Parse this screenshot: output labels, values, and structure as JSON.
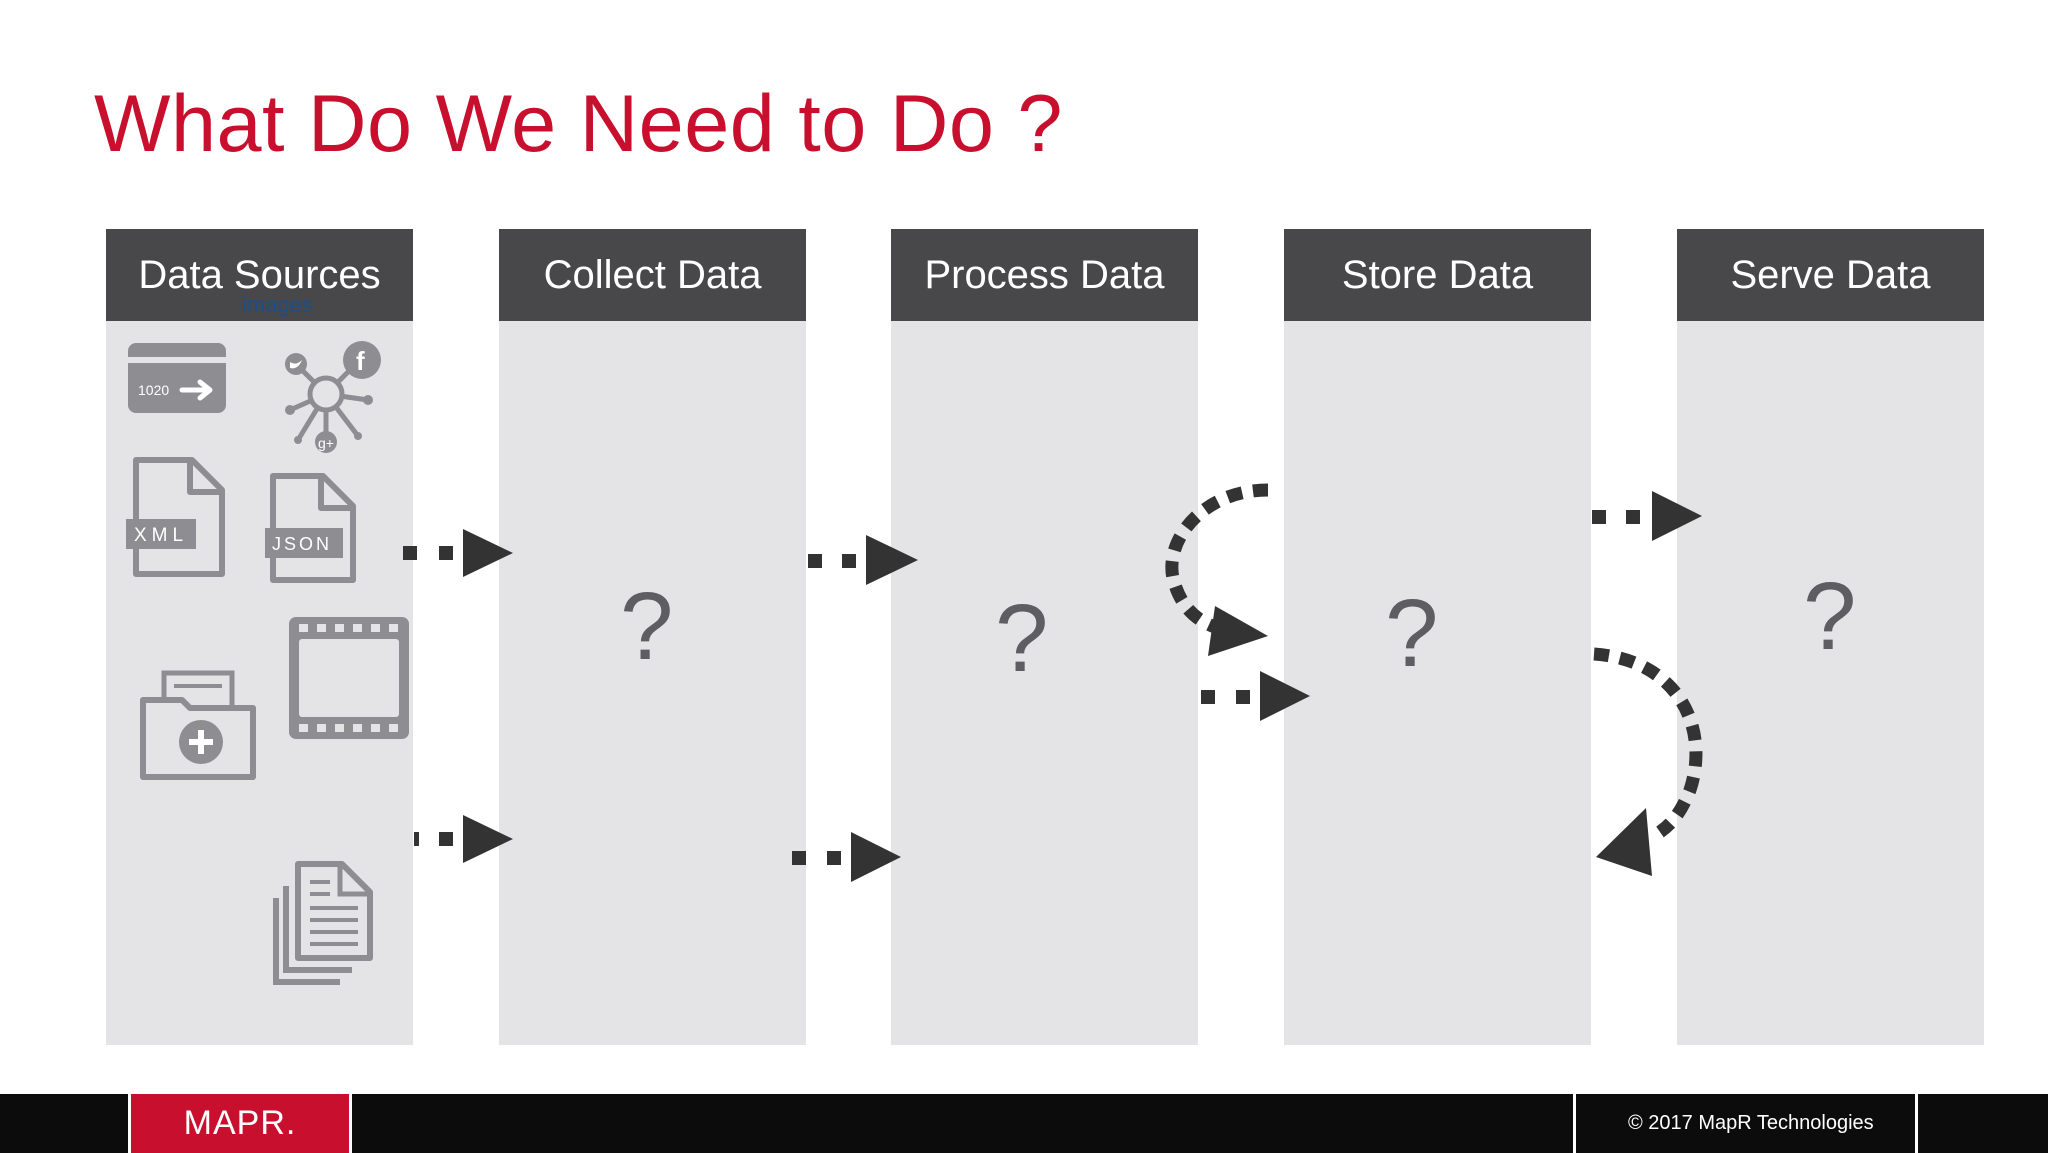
{
  "title": "What Do We Need to Do ?",
  "columns": [
    {
      "label": "Data Sources"
    },
    {
      "label": "Collect Data",
      "placeholder": "?"
    },
    {
      "label": "Process Data",
      "placeholder": "?"
    },
    {
      "label": "Store Data",
      "placeholder": "?"
    },
    {
      "label": "Serve Data",
      "placeholder": "?"
    }
  ],
  "sources": {
    "images_label": "images",
    "card_number": "1020",
    "xml_label": "XML",
    "json_label": "JSON",
    "social_facebook": "f",
    "social_google": "g+",
    "icons": [
      "credit-card-icon",
      "social-network-icon",
      "xml-file-icon",
      "json-file-icon",
      "video-icon",
      "medical-folder-icon",
      "documents-icon"
    ]
  },
  "footer": {
    "logo": "MAPR.",
    "copyright": "© 2017 MapR Technologies"
  },
  "colors": {
    "title": "#c8102e",
    "header": "#48474a",
    "column_bg": "#e4e3e5",
    "icon_gray": "#8e8e92",
    "arrow": "#333333",
    "footer": "#0c0c0c",
    "logo_bg": "#c8102e"
  }
}
